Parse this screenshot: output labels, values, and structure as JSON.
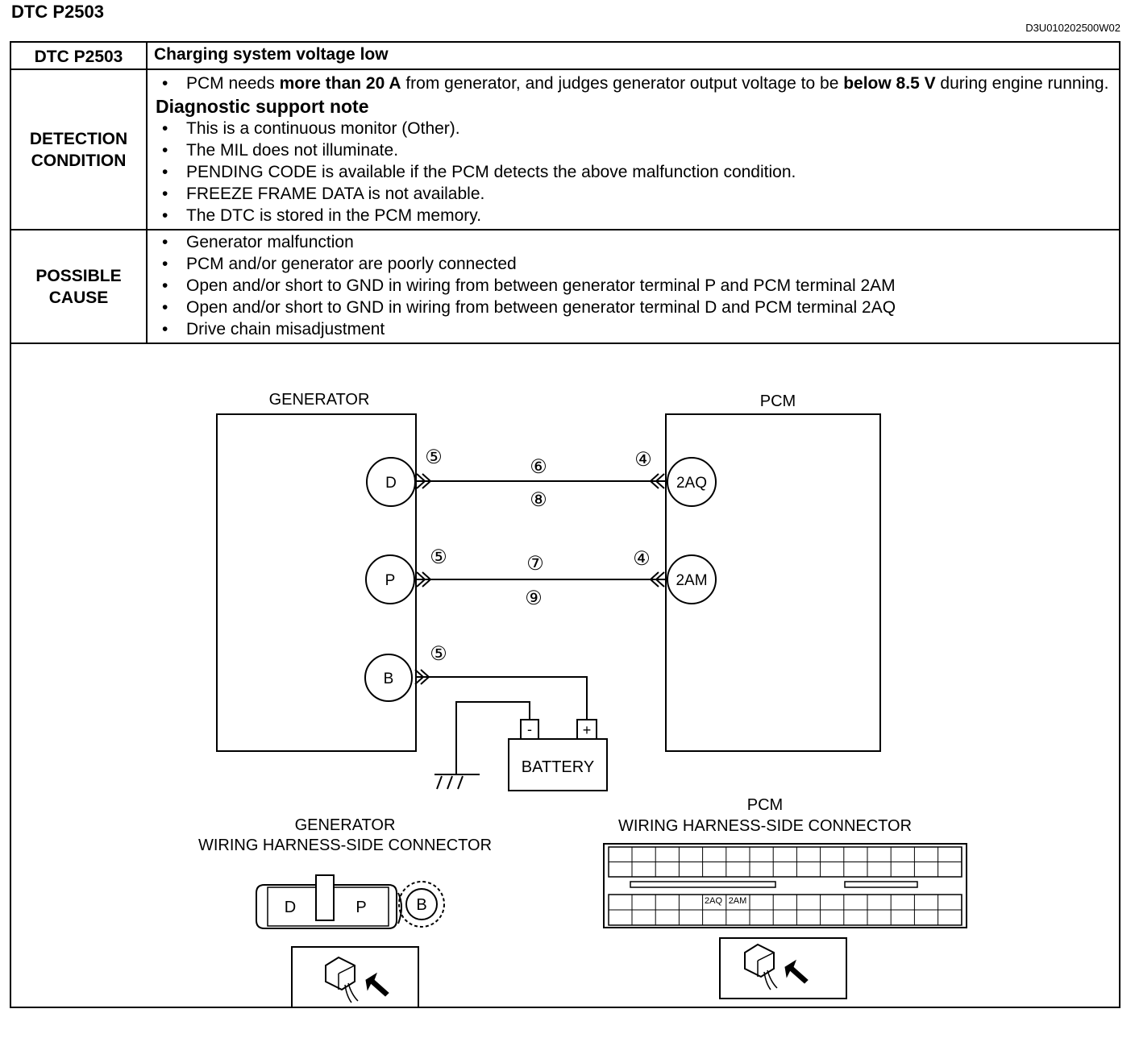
{
  "page": {
    "title": "DTC P2503",
    "doc_id": "D3U010202500W02"
  },
  "table": {
    "dtc_code": "DTC P2503",
    "dtc_description": "Charging system voltage low",
    "detection_label": "DETECTION CONDITION",
    "detection_label_line1": "DETECTION",
    "detection_label_line2": "CONDITION",
    "detection_main": {
      "t1": "PCM needs ",
      "b1": "more than 20 A",
      "t2": " from generator, and judges generator output voltage to be ",
      "b2": "below 8.5 V",
      "t3": " during engine running."
    },
    "support_note_title": "Diagnostic support note",
    "support_notes": [
      "This is a continuous monitor (Other).",
      "The MIL does not illuminate.",
      "PENDING CODE is available if the PCM detects the above malfunction condition.",
      "FREEZE FRAME DATA is not available.",
      "The DTC is stored in the PCM memory."
    ],
    "cause_label_line1": "POSSIBLE",
    "cause_label_line2": "CAUSE",
    "causes": [
      "Generator malfunction",
      "PCM and/or generator are poorly connected",
      "Open and/or short to GND in wiring from between generator terminal P and PCM terminal 2AM",
      "Open and/or short to GND in wiring from between generator terminal D and PCM terminal 2AQ",
      "Drive chain misadjustment"
    ]
  },
  "diagram": {
    "generator_label": "GENERATOR",
    "pcm_label": "PCM",
    "terminals": {
      "gen_d": "D",
      "gen_p": "P",
      "gen_b": "B",
      "pcm_2aq": "2AQ",
      "pcm_2am": "2AM"
    },
    "callouts": {
      "gen_side": "⑤",
      "pcm_side": "④",
      "d_line_top": "⑥",
      "d_line_bottom": "⑧",
      "p_line_top": "⑦",
      "p_line_bottom": "⑨"
    },
    "battery_label": "BATTERY",
    "battery_neg": "-",
    "battery_pos": "+",
    "gen_connector_title_1": "GENERATOR",
    "gen_connector_title_2": "WIRING HARNESS-SIDE CONNECTOR",
    "gen_connector_pins": [
      "D",
      "P",
      "B"
    ],
    "pcm_connector_title_1": "PCM",
    "pcm_connector_title_2": "WIRING HARNESS-SIDE CONNECTOR",
    "pcm_connector_pins": [
      "2AQ",
      "2AM"
    ]
  }
}
